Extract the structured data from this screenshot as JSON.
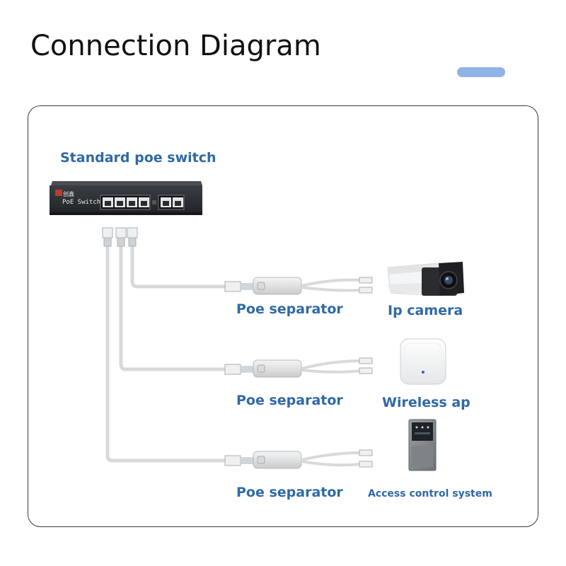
{
  "title": "Connection Diagram",
  "switch": {
    "label": "Standard poe switch",
    "brand": "创鑫",
    "model": "PoE Switch"
  },
  "branches": [
    {
      "separator_label": "Poe separator",
      "device_label": "Ip camera",
      "device_icon": "ip-camera-icon"
    },
    {
      "separator_label": "Poe separator",
      "device_label": "Wireless ap",
      "device_icon": "wireless-ap-icon"
    },
    {
      "separator_label": "Poe separator",
      "device_label": "Access control system",
      "device_icon": "access-control-icon"
    }
  ],
  "colors": {
    "title": "#111111",
    "label": "#2f69a6",
    "accent": "#8fb3e6",
    "cable": "#d7d9da",
    "switch_body": "#2b2e33"
  }
}
